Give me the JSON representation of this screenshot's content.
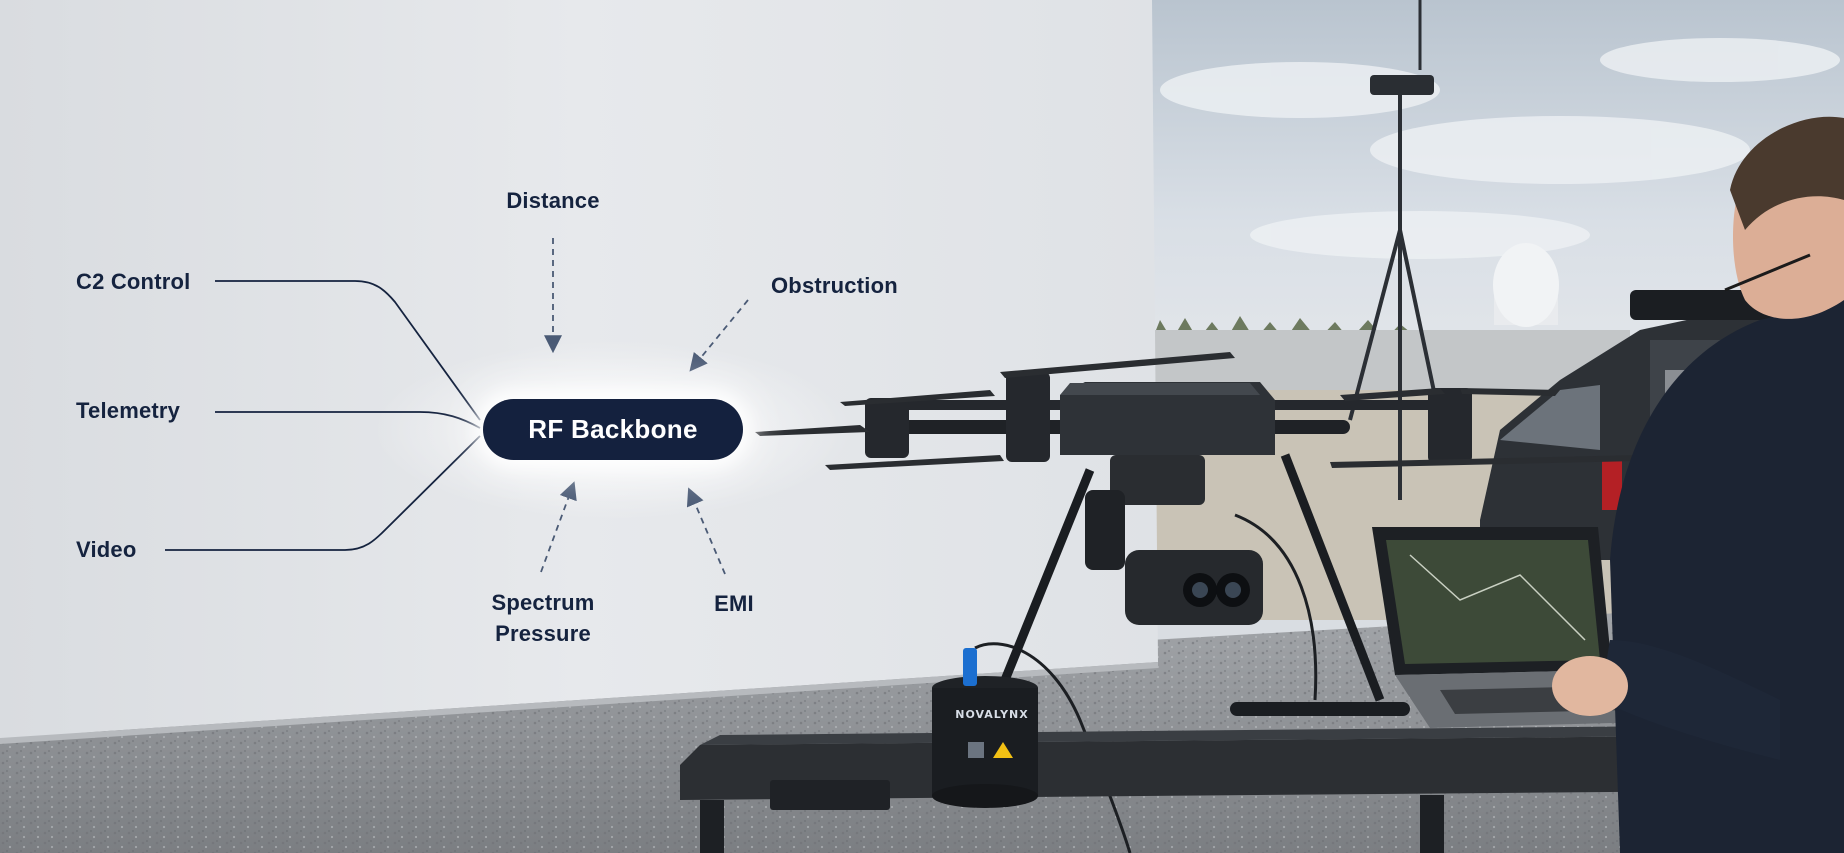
{
  "diagram": {
    "hub_label": "RF Backbone",
    "inputs": [
      {
        "label": "C2 Control"
      },
      {
        "label": "Telemetry"
      },
      {
        "label": "Video"
      }
    ],
    "pressures": [
      {
        "label": "Distance"
      },
      {
        "label": "Obstruction"
      },
      {
        "label": "Spectrum Pressure"
      },
      {
        "label": "EMI"
      }
    ]
  },
  "scene": {
    "device_brand": "NOVALYNX",
    "colors": {
      "hub_fill": "#14213e",
      "label_text": "#15233f",
      "arrow": "#4a5a75",
      "wall": "#e2e5e9",
      "ground": "#8c8f93"
    },
    "objects": [
      "white-wall",
      "hexacopter-drone",
      "gimbal-camera",
      "field-table",
      "laptop",
      "rf-ground-module",
      "tripod-antenna-mast",
      "radome",
      "suv-with-open-trunk",
      "operator"
    ]
  }
}
